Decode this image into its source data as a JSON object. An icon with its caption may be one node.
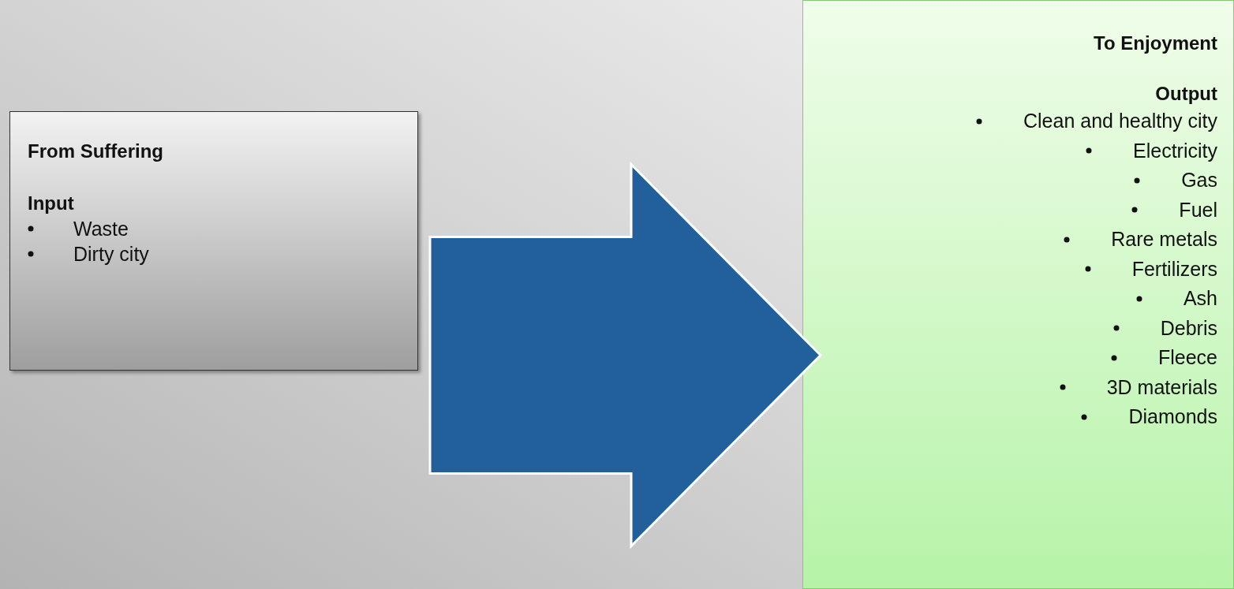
{
  "diagram": {
    "nodes": [
      {
        "text": [
          "From Suffering",
          "Input",
          "Waste",
          "Dirty city"
        ]
      },
      {
        "text": [
          "To Enjoyment",
          "Output",
          "Clean and healthy city",
          "Electricity",
          "Gas",
          "Fuel",
          "Rare metals",
          "Fertilizers",
          "Ash",
          "Debris",
          "Fleece",
          "3D materials",
          "Diamonds"
        ]
      }
    ],
    "edges": [
      {
        "from": 0,
        "to": 1,
        "arrow": "to",
        "style": "thick"
      }
    ]
  }
}
